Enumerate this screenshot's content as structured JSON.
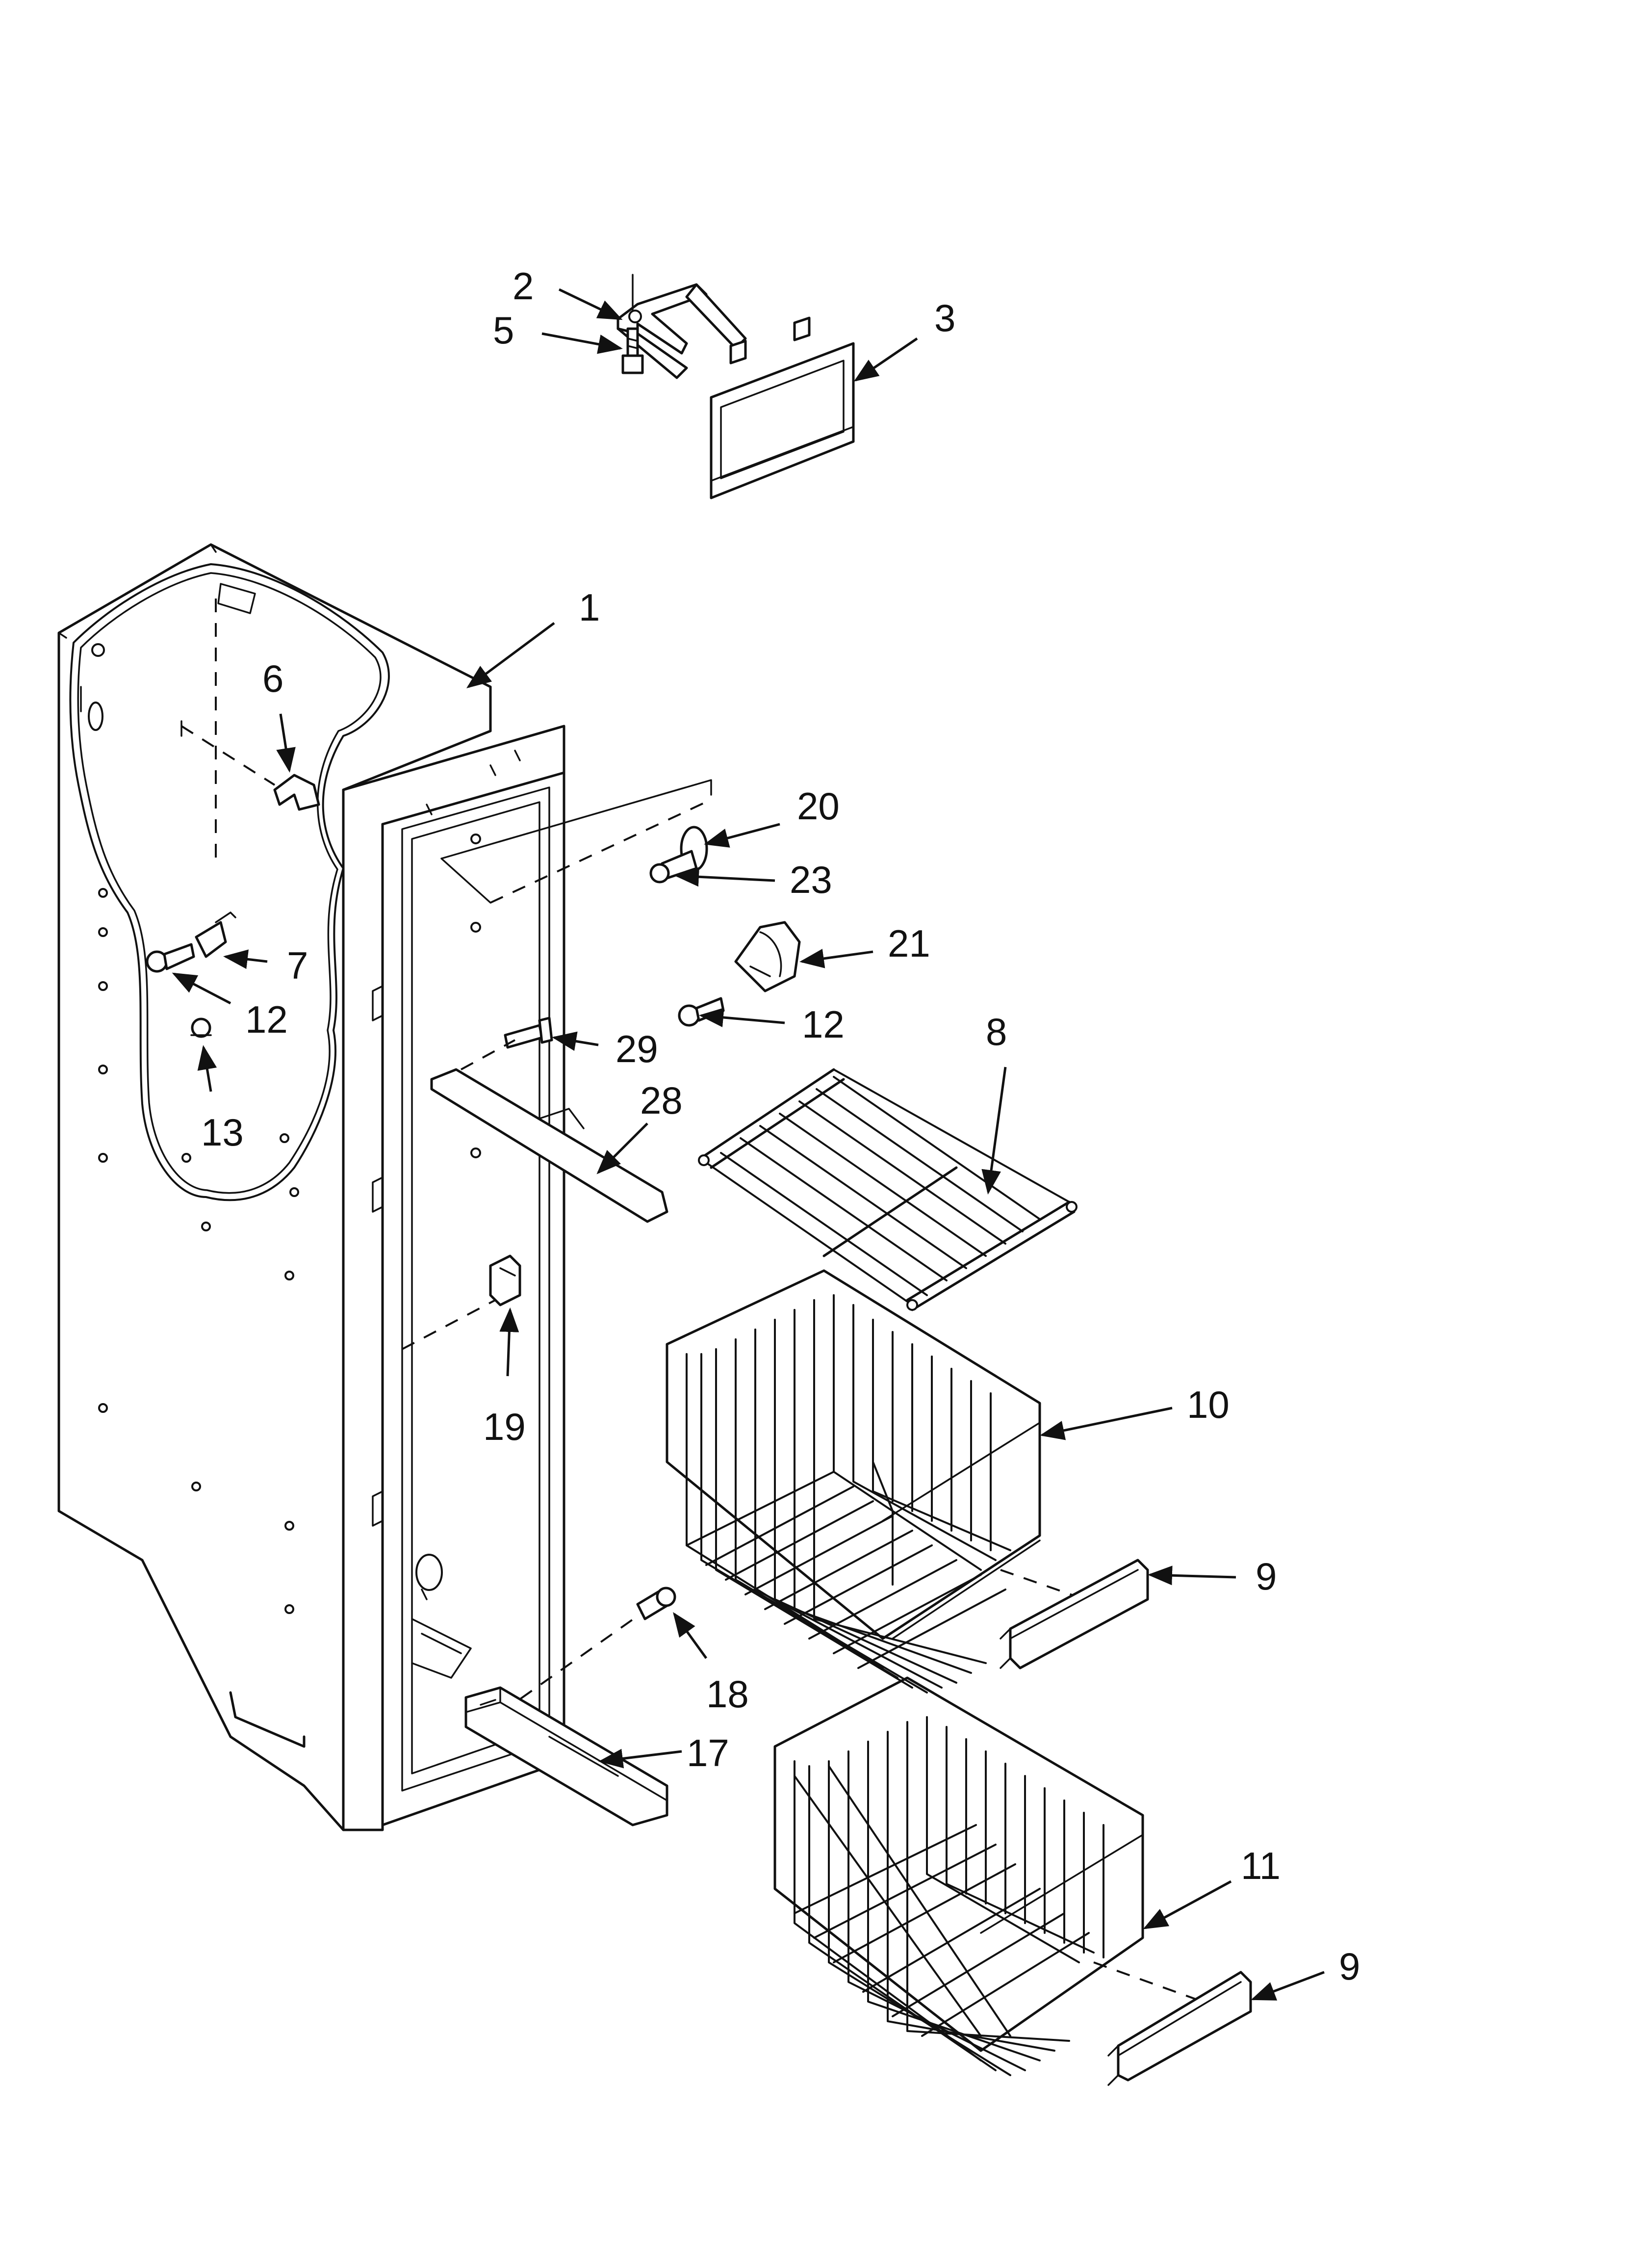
{
  "callouts": {
    "c1": "1",
    "c2": "2",
    "c3": "3",
    "c5": "5",
    "c6": "6",
    "c7": "7",
    "c8": "8",
    "c9a": "9",
    "c9b": "9",
    "c10": "10",
    "c11": "11",
    "c12a": "12",
    "c12b": "12",
    "c13": "13",
    "c17": "17",
    "c18": "18",
    "c19": "19",
    "c20": "20",
    "c21": "21",
    "c23": "23",
    "c28": "28",
    "c29": "29"
  },
  "colors": {
    "line": "#111111",
    "background": "#ffffff"
  }
}
